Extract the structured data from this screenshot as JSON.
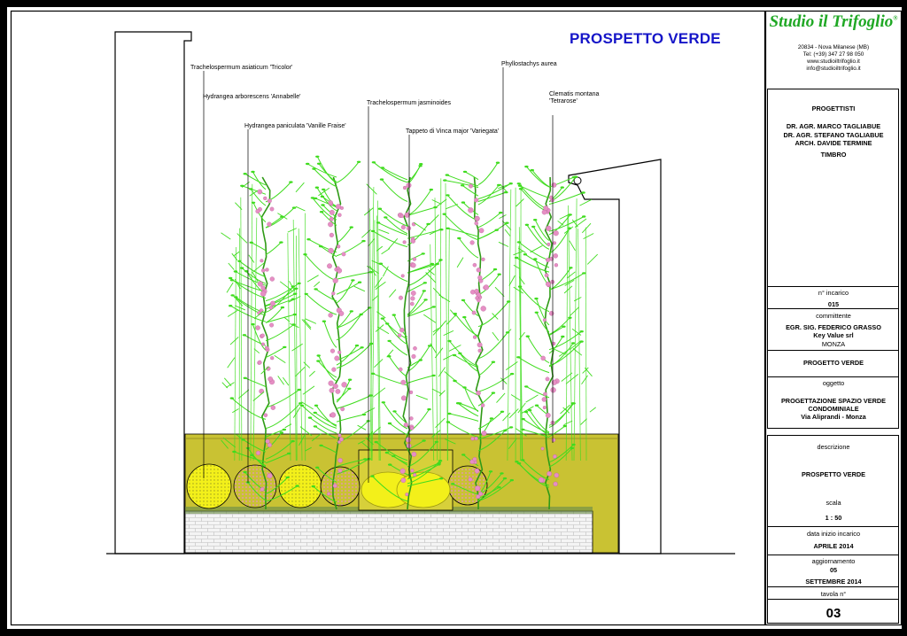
{
  "sheet_title": "PROSPETTO VERDE",
  "plant_labels": [
    "Trachelospermum asiaticum 'Tricolor'",
    "Hydrangea arborescens 'Annabelle'",
    "Hydrangea paniculata 'Vanille Fraise'",
    "Trachelospermum jasminoides",
    "Tappeto di Vinca major 'Variegata'",
    "Phyllostachys aurea",
    "Clematis montana 'Tetrarose'"
  ],
  "studio": {
    "name": "Studio il Trifoglio",
    "registered_mark": "®",
    "address": "20834 - Nova Milanese (MB)",
    "phone": "Tel: (+39) 347 27 98 050",
    "web": "www.studioiltrifoglio.it",
    "email": "info@studioiltrifoglio.it"
  },
  "title_block": {
    "progettisti_label": "PROGETTISTI",
    "designers": [
      "DR. AGR. MARCO TAGLIABUE",
      "DR. AGR. STEFANO TAGLIABUE",
      "ARCH. DAVIDE TERMINE"
    ],
    "timbro_label": "TIMBRO",
    "incarico_label": "n° incarico",
    "incarico_value": "015",
    "committente_label": "committente",
    "committente_name": "EGR. SIG. FEDERICO GRASSO",
    "committente_company": "Key Value srl",
    "committente_city": "MONZA",
    "progetto": "PROGETTO VERDE",
    "oggetto_label": "oggetto",
    "oggetto_line1": "PROGETTAZIONE SPAZIO VERDE",
    "oggetto_line2": "CONDOMINIALE",
    "oggetto_line3": "Via Aliprandi - Monza",
    "descrizione_label": "descrizione",
    "descrizione_value": "PROSPETTO VERDE",
    "scala_label": "scala",
    "scala_value": "1 : 50",
    "data_inizio_label": "data inizio incarico",
    "data_inizio_value": "APRILE 2014",
    "aggiornamento_label": "aggiornamento",
    "aggiornamento_day": "05",
    "aggiornamento_value": "SETTEMBRE 2014",
    "tavola_label": "tavola n°",
    "tavola_value": "03"
  },
  "colors": {
    "frame": "#000000",
    "title_blue": "#1515c8",
    "logo_green": "#1fa824",
    "plant_green": "#3fdc1e",
    "bloom_pink": "#e68fc4",
    "ground_olive": "#c9c233",
    "shrub_yellow": "#f3f01a"
  },
  "icons": [
    "studio-logo-clover",
    "elevation-drawing"
  ]
}
